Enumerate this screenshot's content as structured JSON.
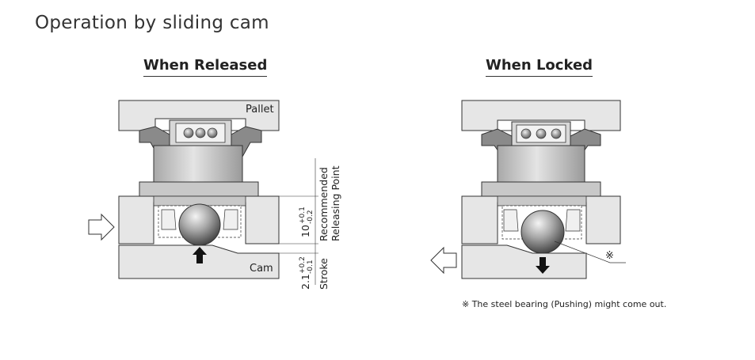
{
  "title": "Operation by sliding cam",
  "released": {
    "heading": "When Released",
    "pallet_label": "Pallet",
    "cam_label": "Cam",
    "dim_recommended": "10",
    "dim_recommended_tol_plus": "+0.1",
    "dim_recommended_tol_minus": "-0.2",
    "recommended_label_line1": "Recommended",
    "recommended_label_line2": "Releasing Point",
    "dim_stroke": "2.1",
    "dim_stroke_tol_plus": "+0.2",
    "dim_stroke_tol_minus": "-0.1",
    "stroke_label": "Stroke"
  },
  "locked": {
    "heading": "When Locked",
    "ref_mark": "※"
  },
  "footnote": "※ The steel bearing (Pushing) might come out.",
  "colors": {
    "body_light": "#e6e6e6",
    "body_mid": "#c8c8c8",
    "body_dark": "#8a8a8a",
    "outline": "#333333"
  }
}
